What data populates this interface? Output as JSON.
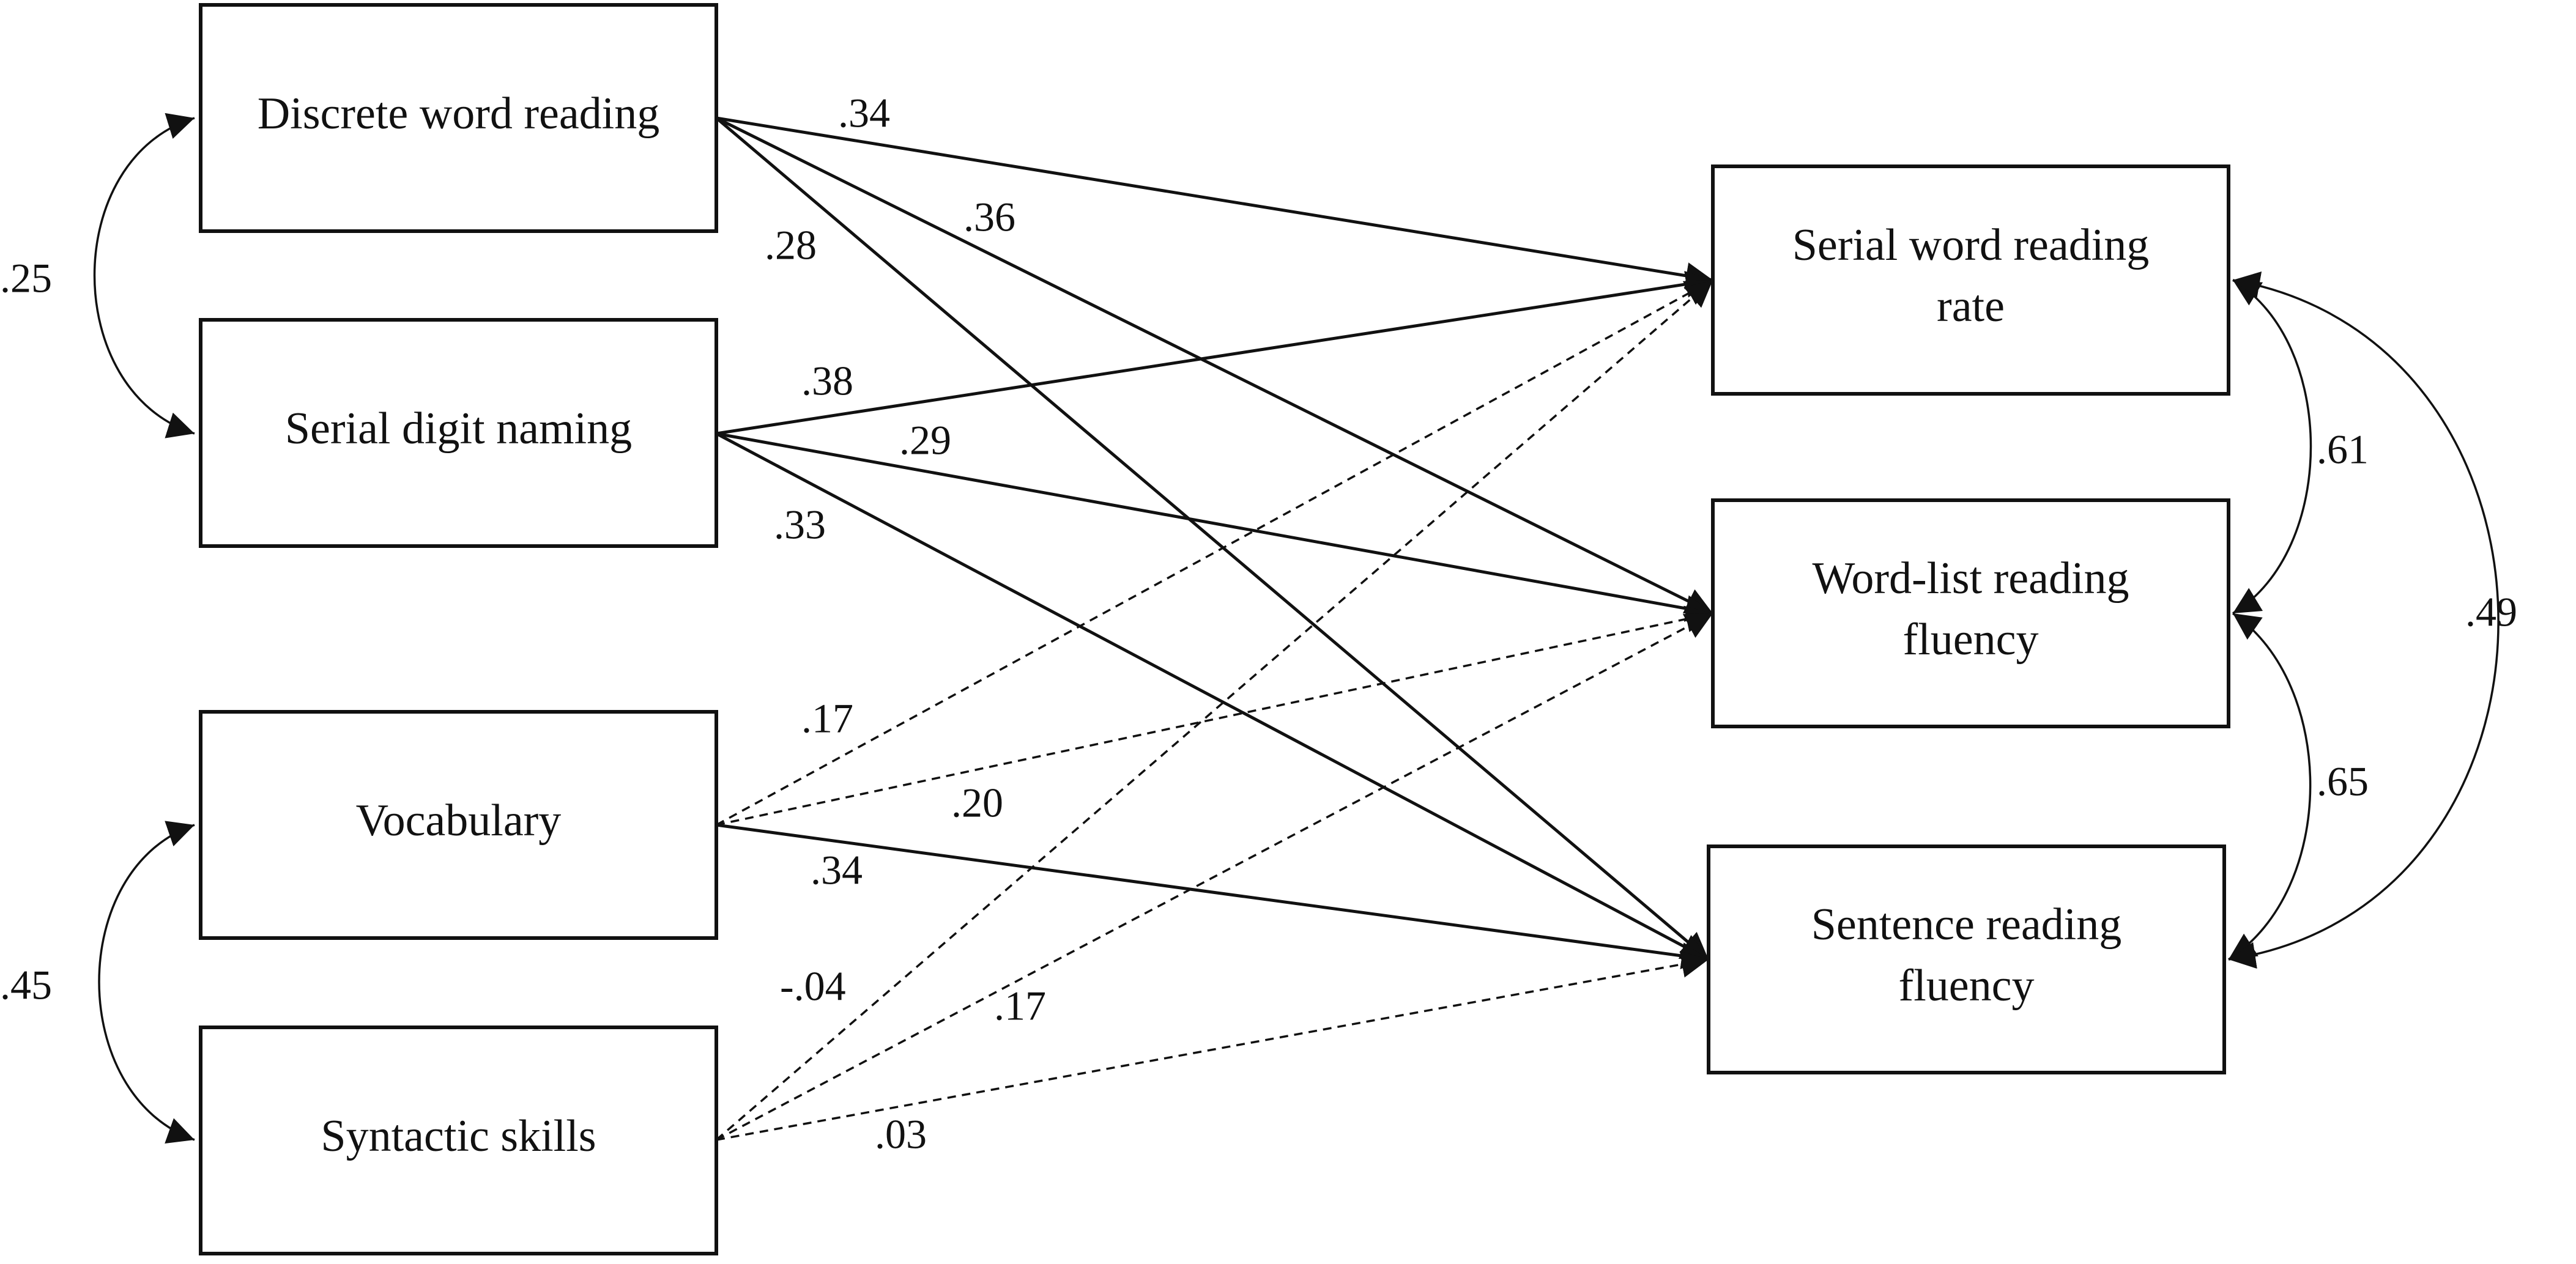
{
  "nodes": {
    "discrete_word_reading": {
      "lines": [
        "Discrete word reading"
      ]
    },
    "serial_digit_naming": {
      "lines": [
        "Serial digit naming"
      ]
    },
    "vocabulary": {
      "lines": [
        "Vocabulary"
      ]
    },
    "syntactic_skills": {
      "lines": [
        "Syntactic skills"
      ]
    },
    "serial_word_reading_rate": {
      "lines": [
        "Serial word reading",
        "rate"
      ]
    },
    "word_list_reading_fluency": {
      "lines": [
        "Word-list reading",
        "fluency"
      ]
    },
    "sentence_reading_fluency": {
      "lines": [
        "Sentence reading",
        "fluency"
      ]
    }
  },
  "paths": [
    {
      "from": "discrete_word_reading",
      "to": "serial_word_reading_rate",
      "coef": ".34",
      "style": "solid"
    },
    {
      "from": "discrete_word_reading",
      "to": "word_list_reading_fluency",
      "coef": ".36",
      "style": "solid"
    },
    {
      "from": "discrete_word_reading",
      "to": "sentence_reading_fluency",
      "coef": ".28",
      "style": "solid"
    },
    {
      "from": "serial_digit_naming",
      "to": "serial_word_reading_rate",
      "coef": ".38",
      "style": "solid"
    },
    {
      "from": "serial_digit_naming",
      "to": "word_list_reading_fluency",
      "coef": ".29",
      "style": "solid"
    },
    {
      "from": "serial_digit_naming",
      "to": "sentence_reading_fluency",
      "coef": ".33",
      "style": "solid"
    },
    {
      "from": "vocabulary",
      "to": "serial_word_reading_rate",
      "coef": ".17",
      "style": "dashed"
    },
    {
      "from": "vocabulary",
      "to": "word_list_reading_fluency",
      "coef": ".20",
      "style": "dashed"
    },
    {
      "from": "vocabulary",
      "to": "sentence_reading_fluency",
      "coef": ".34",
      "style": "solid"
    },
    {
      "from": "syntactic_skills",
      "to": "serial_word_reading_rate",
      "coef": "-.04",
      "style": "dashed"
    },
    {
      "from": "syntactic_skills",
      "to": "word_list_reading_fluency",
      "coef": ".17",
      "style": "dashed"
    },
    {
      "from": "syntactic_skills",
      "to": "sentence_reading_fluency",
      "coef": ".03",
      "style": "dashed"
    }
  ],
  "correlations": [
    {
      "a": "discrete_word_reading",
      "b": "serial_digit_naming",
      "coef": ".25"
    },
    {
      "a": "vocabulary",
      "b": "syntactic_skills",
      "coef": ".45"
    },
    {
      "a": "serial_word_reading_rate",
      "b": "word_list_reading_fluency",
      "coef": ".61"
    },
    {
      "a": "word_list_reading_fluency",
      "b": "sentence_reading_fluency",
      "coef": ".65"
    },
    {
      "a": "serial_word_reading_rate",
      "b": "sentence_reading_fluency",
      "coef": ".49"
    }
  ]
}
